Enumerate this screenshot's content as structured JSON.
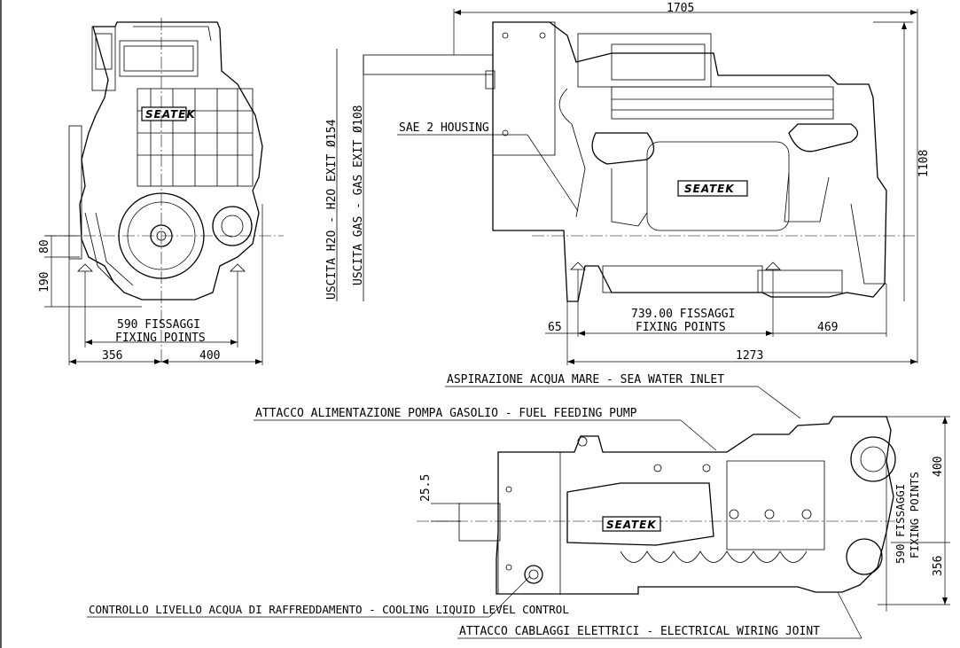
{
  "front_view": {
    "dim_width_fixing": "590 FISSAGGI",
    "dim_width_fixing_en": "FIXING POINTS",
    "dim_left": "356",
    "dim_right": "400",
    "dim_height_80": "80",
    "dim_height_190": "190",
    "logo": "SEATEK"
  },
  "side_view": {
    "dim_length_total": "1705",
    "dim_height": "1108",
    "exit_water": "USCITA H2O - H2O EXIT Ø154",
    "exit_gas": "USCITA GAS - GAS EXIT Ø108",
    "housing": "SAE 2 HOUSING",
    "dim_fixing": "739.00 FISSAGGI",
    "dim_fixing_en": "FIXING POINTS",
    "dim_65": "65",
    "dim_469": "469",
    "dim_1273": "1273",
    "logo": "SEATEK"
  },
  "top_view": {
    "sea_water_inlet": "ASPIRAZIONE ACQUA MARE - SEA WATER INLET",
    "fuel_pump": "ATTACCO ALIMENTAZIONE POMPA GASOLIO - FUEL FEEDING PUMP",
    "coolant_level": "CONTROLLO LIVELLO ACQUA DI RAFFREDDAMENTO - COOLING LIQUID LEVEL CONTROL",
    "wiring": "ATTACCO CABLAGGI ELETTRICI - ELECTRICAL WIRING JOINT",
    "dim_25_5": "25.5",
    "dim_fixing_vertical": "590 FISSAGGI",
    "dim_fixing_vertical_en": "FIXING POINTS",
    "dim_400": "400",
    "dim_356": "356",
    "logo": "SEATEK"
  }
}
